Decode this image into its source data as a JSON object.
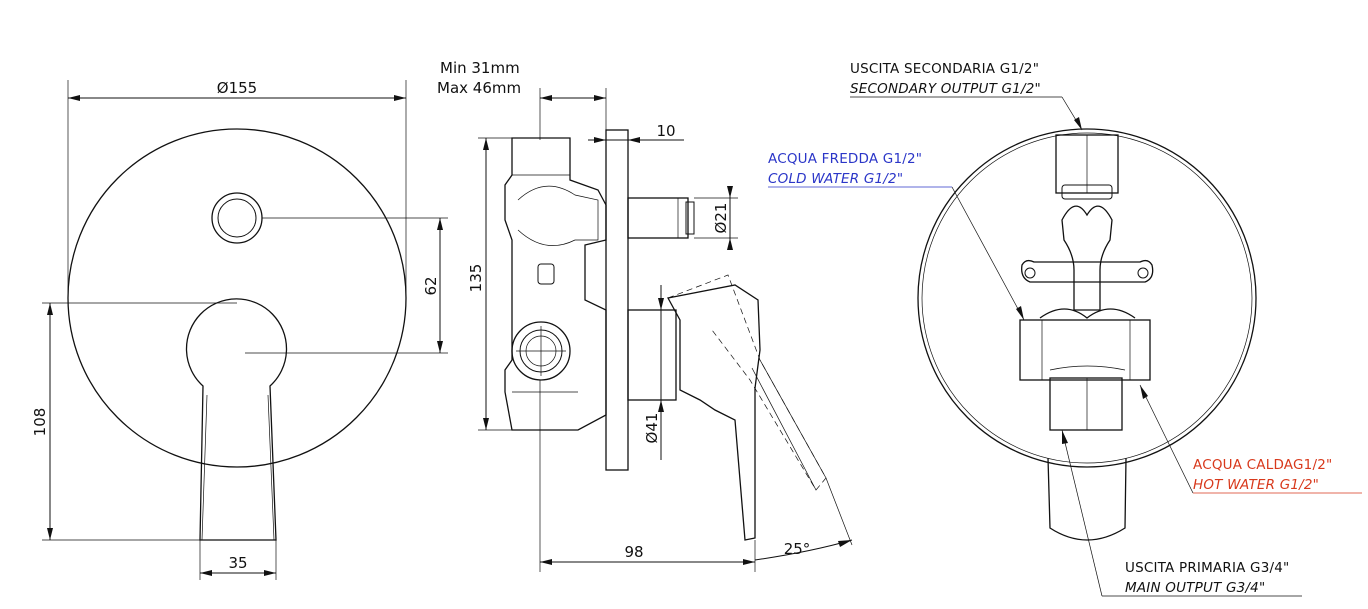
{
  "colors": {
    "line": "#111111",
    "cold": "#2b36c8",
    "hot": "#d8391c"
  },
  "front_view": {
    "diameter": "Ø155",
    "dim_62": "62",
    "dim_108": "108",
    "dim_35": "35"
  },
  "side_view": {
    "depth_min": "Min 31mm",
    "depth_max": "Max 46mm",
    "dim_10": "10",
    "dim_21": "Ø21",
    "dim_135": "135",
    "dim_41": "Ø41",
    "dim_98": "98",
    "angle": "25°"
  },
  "back_view": {
    "secondary_it": "USCITA SECONDARIA G1/2\"",
    "secondary_en": "SECONDARY OUTPUT G1/2\"",
    "cold_it": "ACQUA FREDDA G1/2\"",
    "cold_en": "COLD WATER G1/2\"",
    "hot_it": "ACQUA CALDAG1/2\"",
    "hot_en": "HOT WATER G1/2\"",
    "main_it": "USCITA PRIMARIA G3/4\"",
    "main_en": "MAIN OUTPUT G3/4\""
  }
}
